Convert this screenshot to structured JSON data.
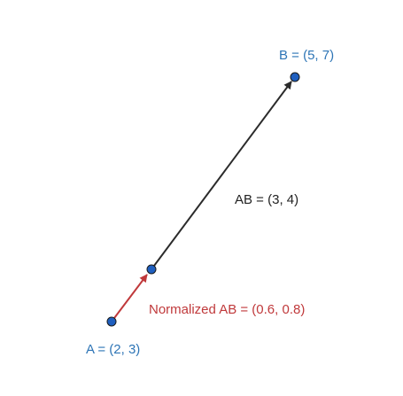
{
  "diagram": {
    "points": {
      "A": {
        "x": 2,
        "y": 3,
        "label": "A = (2, 3)"
      },
      "B": {
        "x": 5,
        "y": 7,
        "label": "B = (5, 7)"
      }
    },
    "vector_ab": {
      "value": [
        3,
        4
      ],
      "label": "AB = (3, 4)"
    },
    "normalized_ab": {
      "value": [
        0.6,
        0.8
      ],
      "label": "Normalized AB = (0.6, 0.8)"
    },
    "colors": {
      "point_fill": "#1f5fbf",
      "point_stroke": "#1a1a1a",
      "point_label": "#2e75b6",
      "main_vector": "#2b2b2b",
      "normalized_vector": "#c0393b",
      "normalized_label": "#c0393b",
      "vector_label": "#222222"
    }
  }
}
